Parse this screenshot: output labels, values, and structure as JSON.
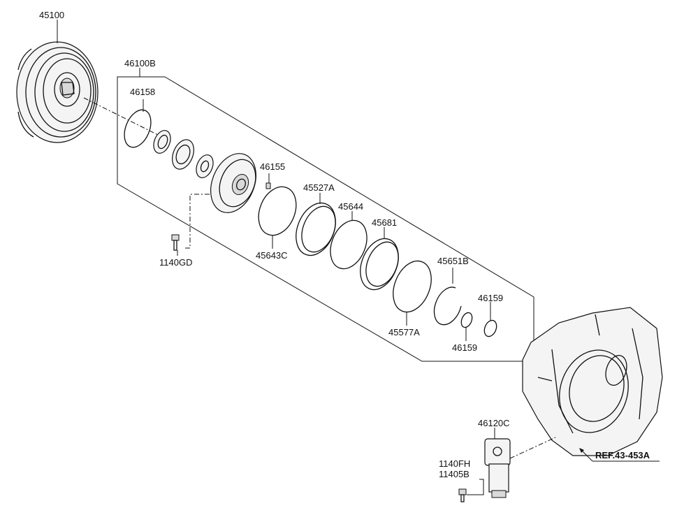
{
  "labels": {
    "p45100": "45100",
    "p46100B": "46100B",
    "p46158": "46158",
    "p46155": "46155",
    "p45527A": "45527A",
    "p45644": "45644",
    "p45681": "45681",
    "p45643C": "45643C",
    "p1140GD": "1140GD",
    "p45651B": "45651B",
    "p46159a": "46159",
    "p45577A": "45577A",
    "p46159b": "46159",
    "p46120C": "46120C",
    "p1140FH": "1140FH",
    "p11405B": "11405B",
    "ref": "REF.43-453A"
  }
}
